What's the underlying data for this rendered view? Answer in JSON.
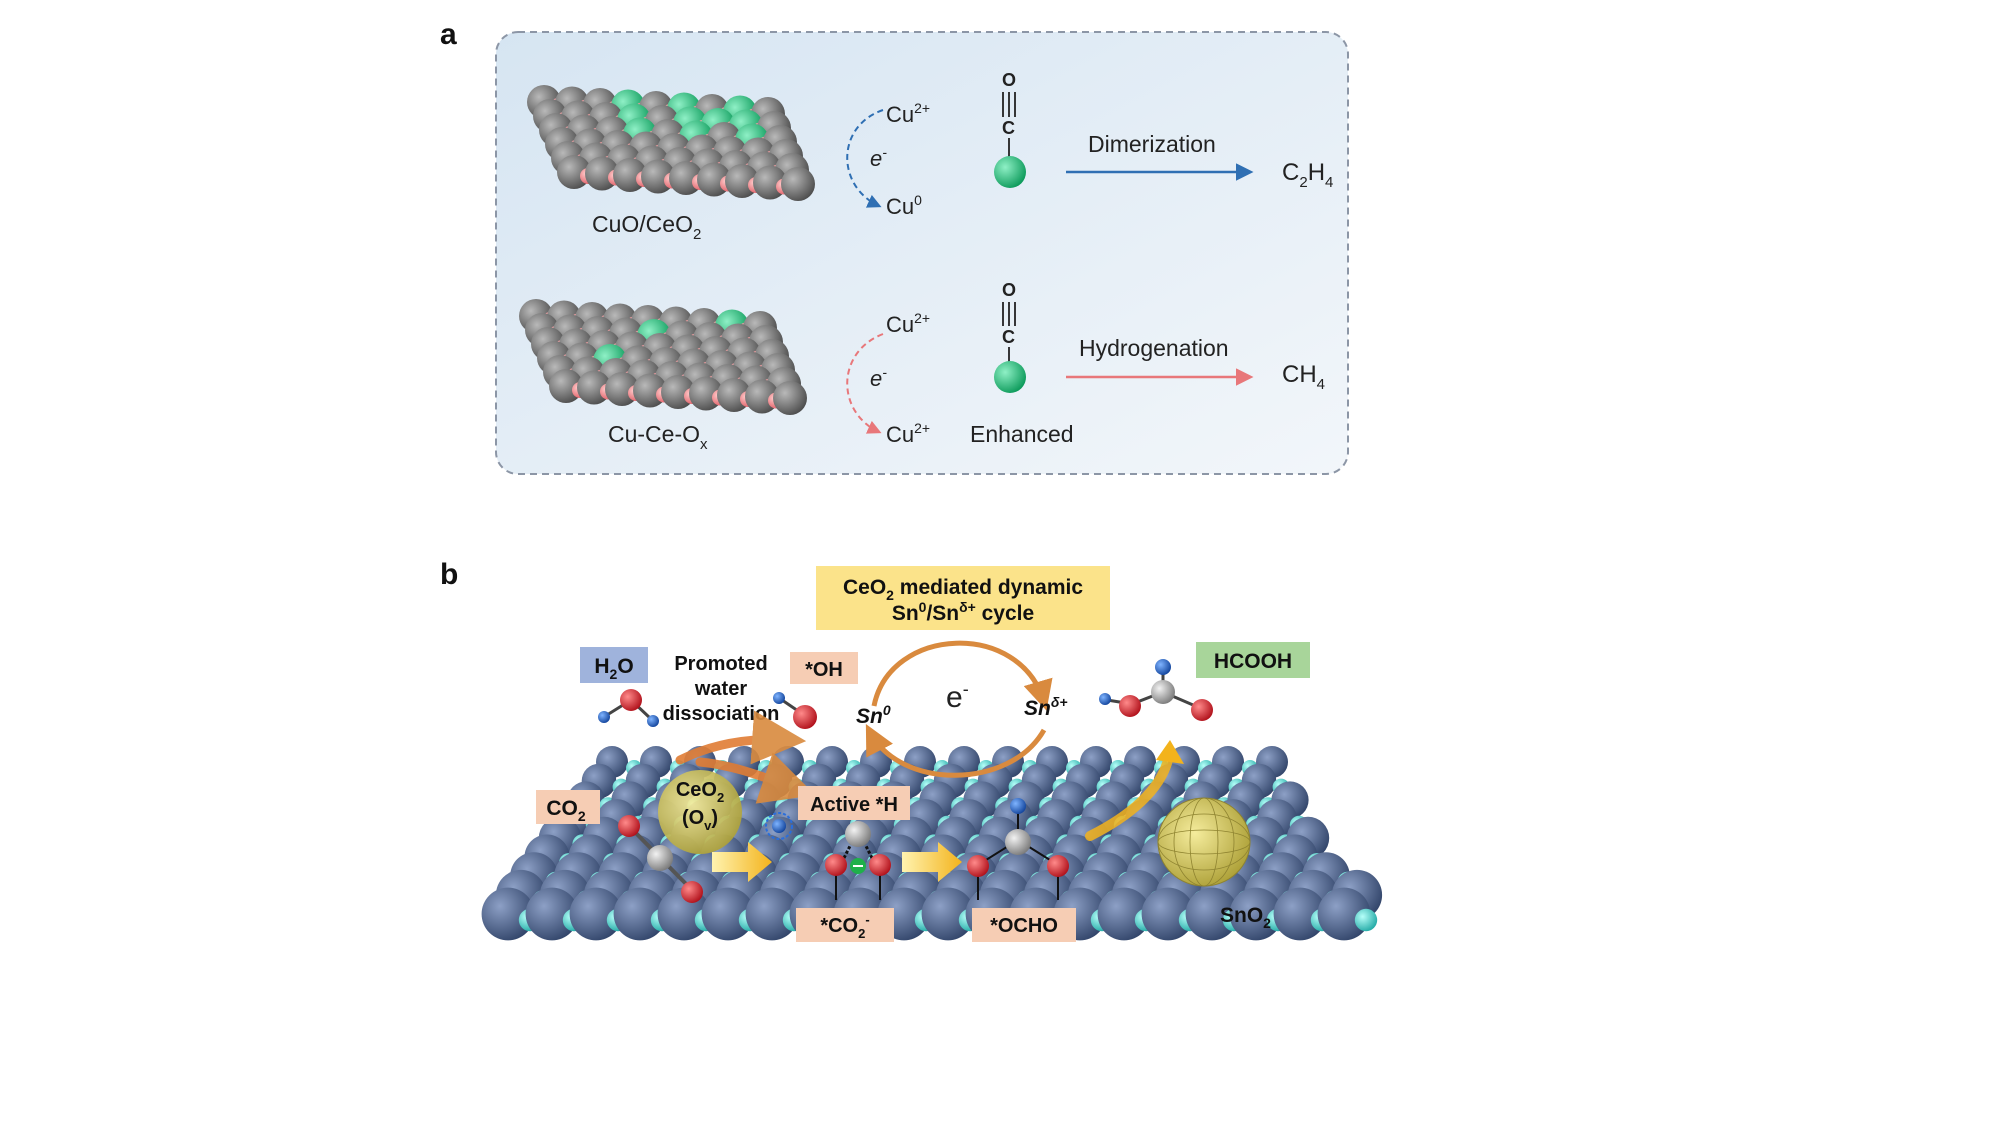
{
  "panel_a": {
    "label": "a",
    "top": {
      "material": "CuO/CeO",
      "material_sub": "2",
      "ion_top": "Cu",
      "ion_top_sup": "2+",
      "electron": "e",
      "electron_sup": "-",
      "ion_bottom": "Cu",
      "ion_bottom_sup": "0",
      "co_o": "O",
      "co_c": "C",
      "reaction": "Dimerization",
      "product_parts": [
        "C",
        "2",
        "H",
        "4"
      ],
      "arrow_color": "#2f6fb3"
    },
    "bottom": {
      "material": "Cu-Ce-O",
      "material_sub": "x",
      "ion_top": "Cu",
      "ion_top_sup": "2+",
      "electron": "e",
      "electron_sup": "-",
      "ion_bottom": "Cu",
      "ion_bottom_sup": "2+",
      "co_o": "O",
      "co_c": "C",
      "enhanced": "Enhanced",
      "reaction": "Hydrogenation",
      "product_parts": [
        "CH",
        "4"
      ],
      "arrow_color": "#e8777a"
    }
  },
  "panel_b": {
    "label": "b",
    "title_line1_a": "CeO",
    "title_line1_sub": "2",
    "title_line1_b": " mediated dynamic",
    "title_line2_a": "Sn",
    "title_line2_sup1": "0",
    "title_line2_b": "/Sn",
    "title_line2_sup2": "δ+",
    "title_line2_c": " cycle",
    "h2o": "H",
    "h2o_sub": "2",
    "h2o_end": "O",
    "promoted": [
      "Promoted",
      "water",
      "dissociation"
    ],
    "oh": "*OH",
    "sn0": "Sn",
    "sn0_sup": "0",
    "electron": "e",
    "electron_sup": "-",
    "sndelta": "Sn",
    "sndelta_sup": "δ+",
    "hcooh": "HCOOH",
    "co2": "CO",
    "co2_sub": "2",
    "ceo2": "CeO",
    "ceo2_sub": "2",
    "ov": "(O",
    "ov_sub": "v",
    "ov_end": ")",
    "active_h": "Active *H",
    "co2_ads": "*CO",
    "co2_ads_sub": "2",
    "co2_ads_sup": "-",
    "ocho": "*OCHO",
    "sno2": "SnO",
    "sno2_sub": "2",
    "colors": {
      "title_box": "#fbe38a",
      "h2o_box": "#9fb3dc",
      "label_box": "#f6cdb4",
      "hcooh_box": "#a8d59a",
      "slab_large": "#4a5f86",
      "slab_small": "#3fc9c4",
      "oxygen": "#d61f26",
      "carbon": "#a9a9a9",
      "hydrogen": "#1f5fbf",
      "ceria": "#c9bd5a"
    }
  }
}
